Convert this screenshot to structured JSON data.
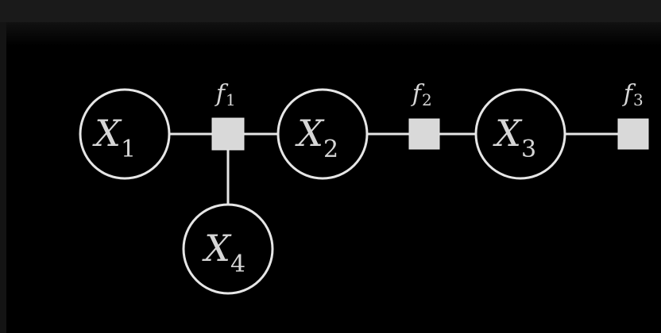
{
  "diagram": {
    "variables": [
      {
        "id": "x1",
        "name": "X",
        "sub": "1"
      },
      {
        "id": "x2",
        "name": "X",
        "sub": "2"
      },
      {
        "id": "x3",
        "name": "X",
        "sub": "3"
      },
      {
        "id": "x4",
        "name": "X",
        "sub": "4"
      }
    ],
    "factors": [
      {
        "id": "f1",
        "name": "f",
        "sub": "1"
      },
      {
        "id": "f2",
        "name": "f",
        "sub": "2"
      },
      {
        "id": "f3",
        "name": "f",
        "sub": "3"
      }
    ],
    "edges": [
      [
        "x1",
        "f1"
      ],
      [
        "f1",
        "x2"
      ],
      [
        "f1",
        "x4"
      ],
      [
        "x2",
        "f2"
      ],
      [
        "f2",
        "x3"
      ],
      [
        "x3",
        "f3"
      ]
    ],
    "colors": {
      "background": "#000000",
      "stroke": "#e6e6e6",
      "factor_fill": "#d9d9d9",
      "text": "#d6d6d6"
    }
  }
}
